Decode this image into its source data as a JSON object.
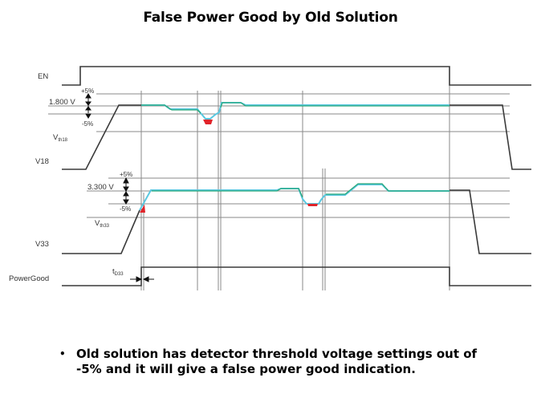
{
  "title": "False Power Good by Old Solution",
  "diagram": {
    "signals": {
      "en": "EN",
      "v18": "V18",
      "v33": "V33",
      "powergood": "PowerGood"
    },
    "v18_band": {
      "nominal": "1.800 V",
      "plus": "+5%",
      "minus": "-5%",
      "threshold_main": "V",
      "threshold_sub": "th18"
    },
    "v33_band": {
      "nominal": "3.300 V",
      "plus": "+5%",
      "minus": "-5%",
      "threshold_main": "V",
      "threshold_sub": "th33"
    },
    "delay": {
      "main": "t",
      "sub": "D33"
    },
    "colors": {
      "signal": "#3a3a3a",
      "grid": "#8a8a8a",
      "in_band": "#2aa87a",
      "ripple": "#5ac8e0",
      "violation": "#e0242a"
    }
  },
  "bullet": {
    "marker": "•",
    "text": "Old solution  has detector threshold voltage settings out of -5% and it will  give a false power good indication."
  }
}
